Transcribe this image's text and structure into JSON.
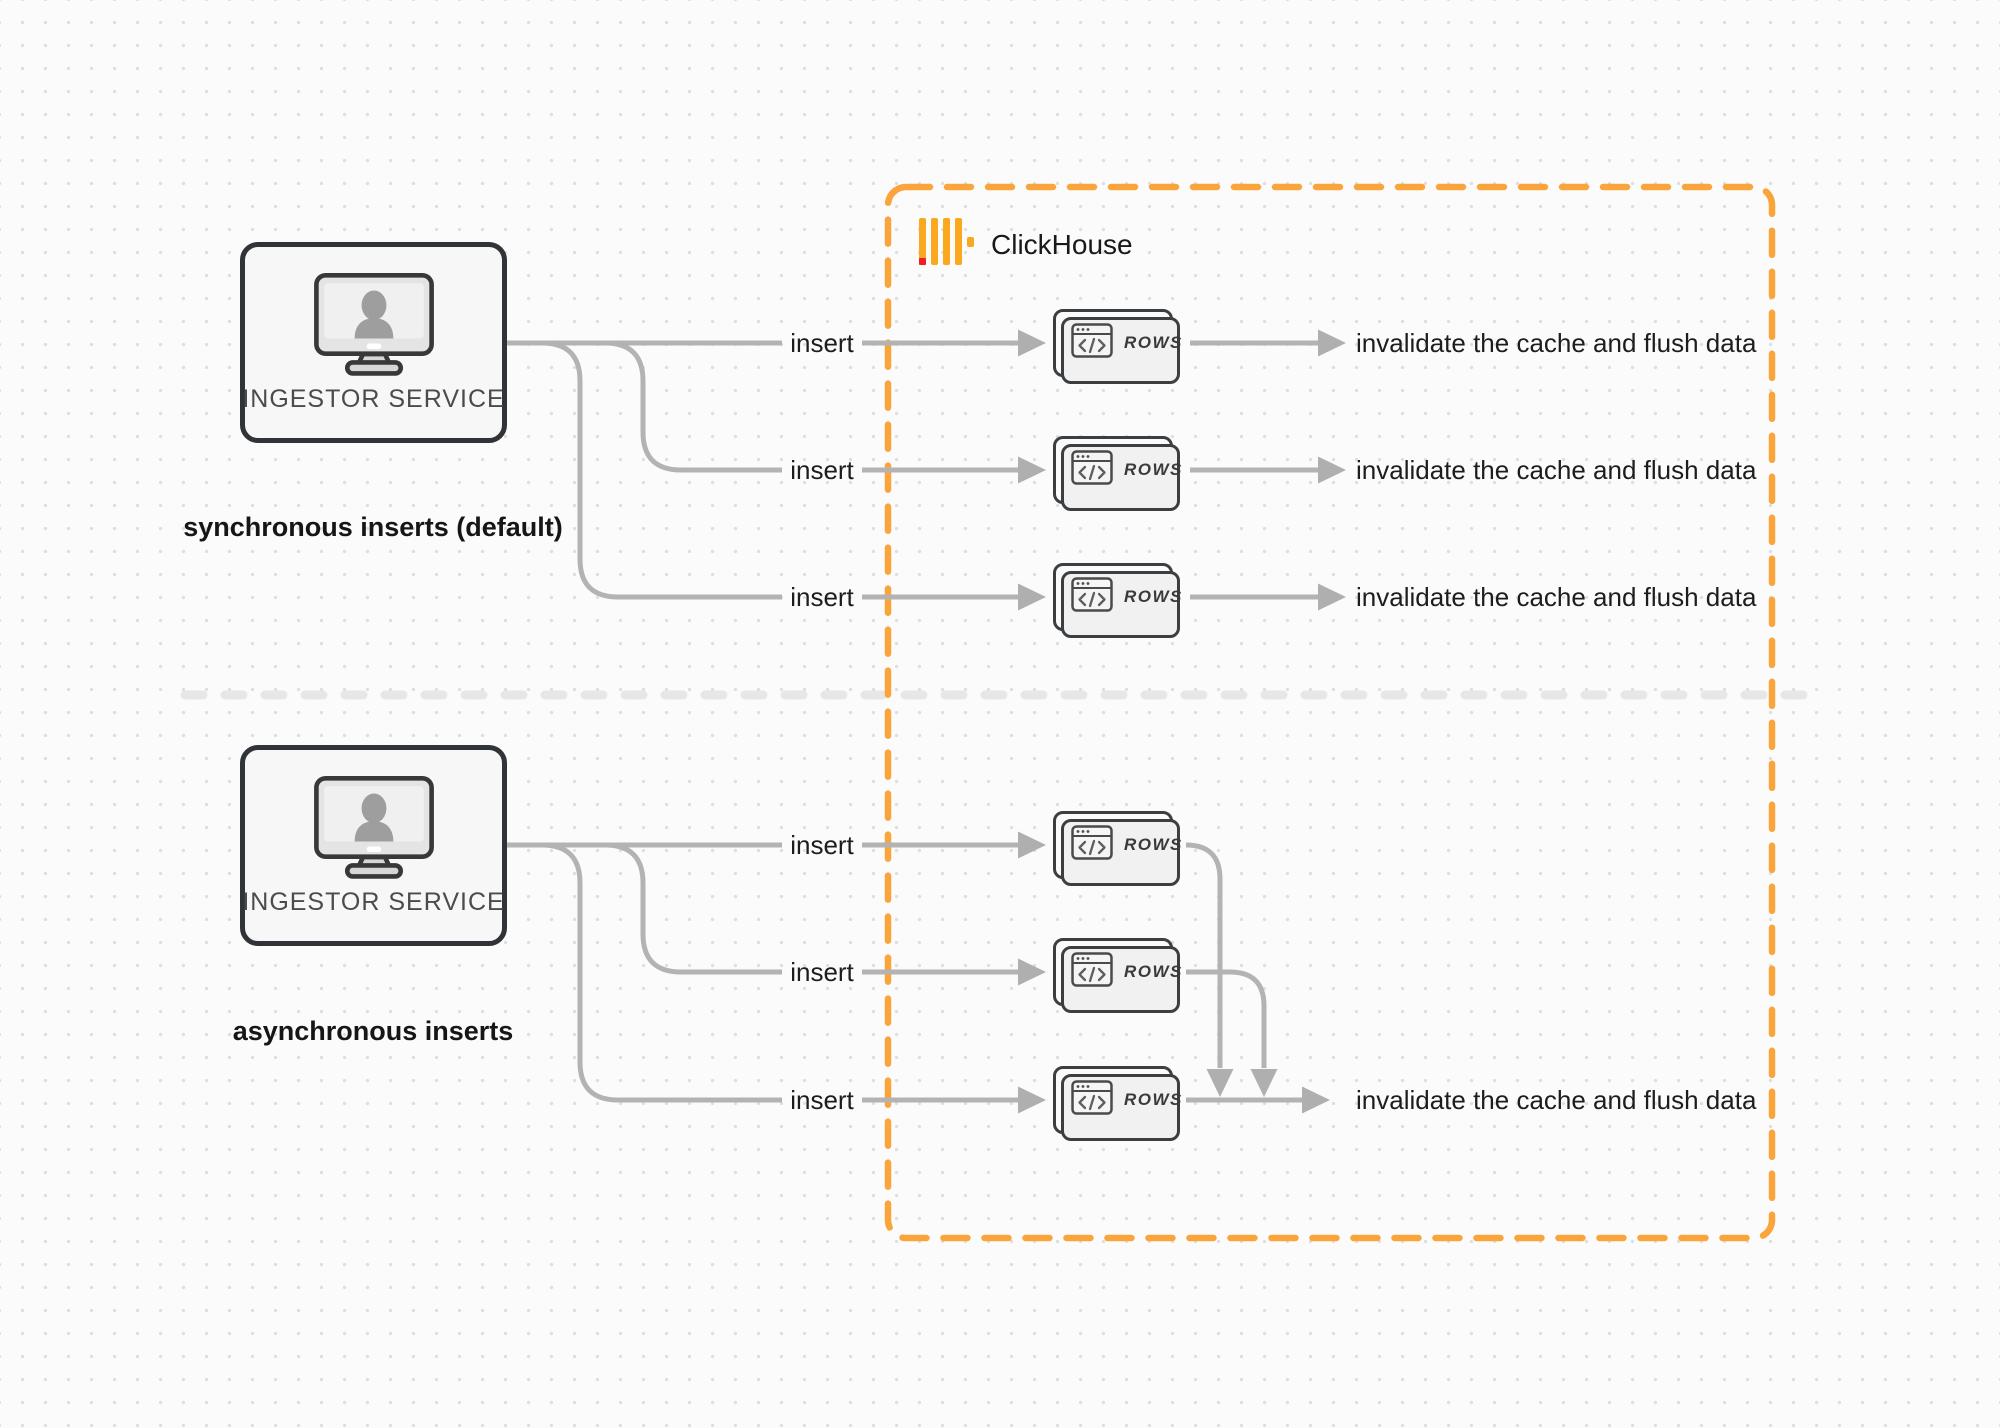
{
  "colors": {
    "accent_orange": "#F9A53C",
    "logo_yellow": "#FAA81E",
    "logo_red": "#F01E23",
    "connector_gray": "#B3B3B3",
    "divider_gray": "#E7E7E7",
    "box_border": "#303438",
    "text_dark": "#1D1D1D"
  },
  "clickhouse": {
    "label": "ClickHouse"
  },
  "sync": {
    "source_title": "INGESTOR SERVICE",
    "caption": "synchronous inserts (default)",
    "flows": [
      {
        "insert": "insert",
        "card": "ROWS",
        "result": "invalidate the cache and flush data"
      },
      {
        "insert": "insert",
        "card": "ROWS",
        "result": "invalidate the cache and flush data"
      },
      {
        "insert": "insert",
        "card": "ROWS",
        "result": "invalidate the cache and flush data"
      }
    ]
  },
  "async": {
    "source_title": "INGESTOR SERVICE",
    "caption": "asynchronous inserts",
    "flows": [
      {
        "insert": "insert",
        "card": "ROWS"
      },
      {
        "insert": "insert",
        "card": "ROWS"
      },
      {
        "insert": "insert",
        "card": "ROWS"
      }
    ],
    "result": "invalidate the cache and flush data"
  }
}
